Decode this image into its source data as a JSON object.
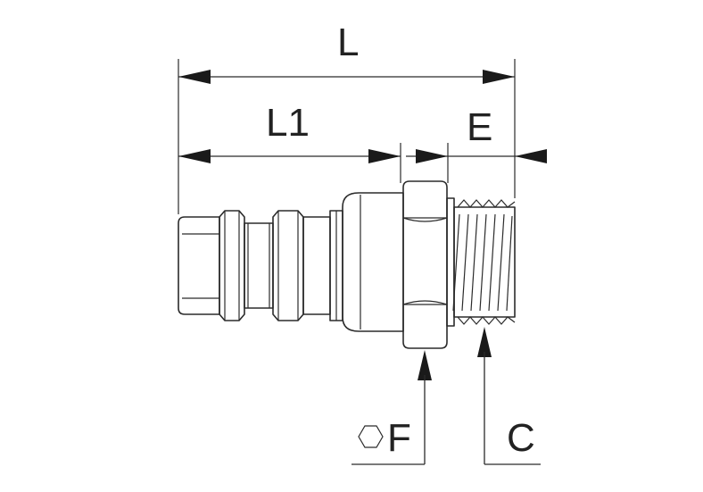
{
  "labels": {
    "L": "L",
    "L1": "L1",
    "E": "E",
    "F": "F",
    "C": "C"
  },
  "icons": {
    "hexagon": "hexagon-icon"
  },
  "colors": {
    "line": "#2b2b2b",
    "background": "#ffffff"
  }
}
